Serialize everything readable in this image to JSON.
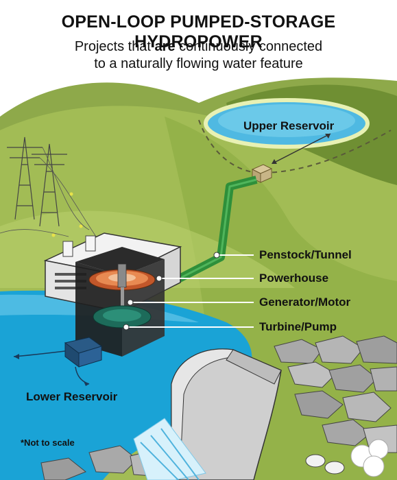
{
  "title": "OPEN-LOOP PUMPED-STORAGE HYDROPOWER",
  "subtitle": {
    "before": "Projects that ",
    "emphasis": "are",
    "after": " continuously connected",
    "line2": "to a naturally flowing water feature"
  },
  "labels": {
    "upper_reservoir": "Upper Reservoir",
    "penstock": "Penstock/Tunnel",
    "powerhouse": "Powerhouse",
    "generator": "Generator/Motor",
    "turbine": "Turbine/Pump",
    "lower_reservoir": "Lower Reservoir"
  },
  "footnote": "*Not to scale",
  "colors": {
    "sky": "#ffffff",
    "hill_dark": "#7f9d3a",
    "hill_light": "#a9c15a",
    "water": "#1aa3d6",
    "water_light": "#7fd3ef",
    "penstock": "#2e8f3a",
    "rocks": "#8c8c8c",
    "dam": "#cfcfcf"
  }
}
